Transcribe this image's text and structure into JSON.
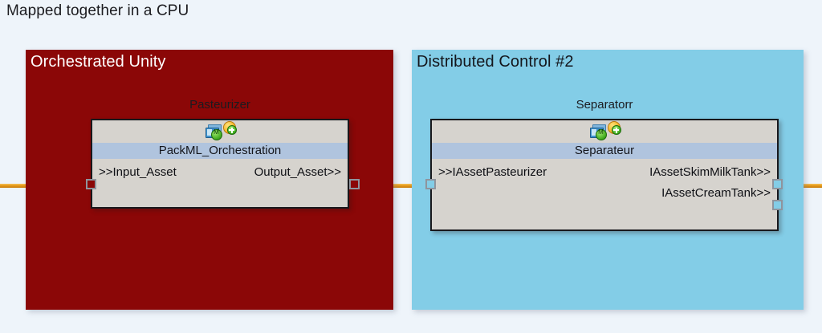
{
  "page": {
    "title": "Mapped together in a CPU",
    "background_color": "#eef4fa"
  },
  "areas": [
    {
      "id": "red",
      "title": "Orchestrated Unity",
      "color": "#8b0707",
      "title_color": "#ffffff",
      "instance_name": "Pasteurizer",
      "block": {
        "name": "PackML_Orchestration",
        "name_band_color": "#b0c4de",
        "body_color": "#d6d3ce",
        "icons": [
          "module-icon",
          "add-badge-icon"
        ],
        "inputs": [
          ">>Input_Asset"
        ],
        "outputs": [
          "Output_Asset>>"
        ]
      }
    },
    {
      "id": "blue",
      "title": "Distributed Control #2",
      "color": "#83cde7",
      "title_color": "#14161c",
      "instance_name": "Separatorr",
      "block": {
        "name": "Separateur",
        "name_band_color": "#b0c4de",
        "body_color": "#d6d3ce",
        "icons": [
          "module-icon",
          "add-badge-icon"
        ],
        "inputs": [
          ">>IAssetPasteurizer"
        ],
        "outputs": [
          "IAssetSkimMilkTank>>",
          "IAssetCreamTank>>"
        ]
      }
    }
  ],
  "wires": {
    "color": "#e59b1b",
    "segments": [
      "left-edge-to-pasteurizer-input",
      "pasteurizer-output-to-separateur-input",
      "separateur-skimmilk-output-to-right-edge"
    ]
  }
}
